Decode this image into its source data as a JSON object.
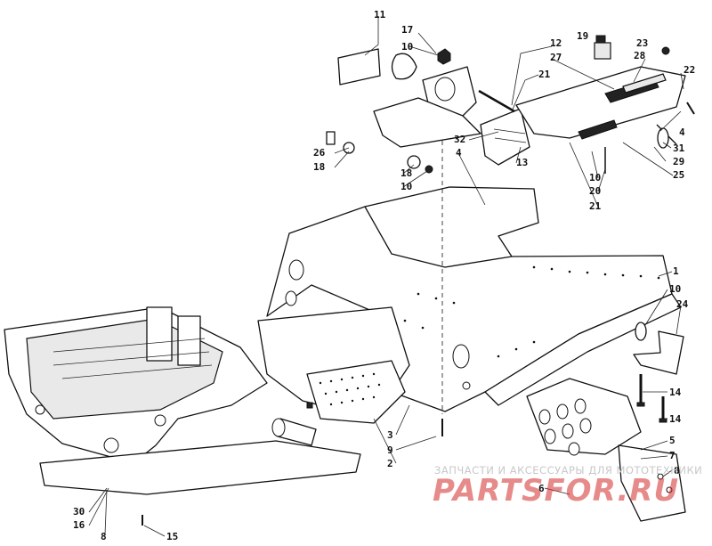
{
  "diagram": {
    "callouts": [
      {
        "id": "c-11",
        "text": "11"
      },
      {
        "id": "c-17",
        "text": "17"
      },
      {
        "id": "c-10a",
        "text": "10"
      },
      {
        "id": "c-19",
        "text": "19"
      },
      {
        "id": "c-23",
        "text": "23"
      },
      {
        "id": "c-12",
        "text": "12"
      },
      {
        "id": "c-27",
        "text": "27"
      },
      {
        "id": "c-28",
        "text": "28"
      },
      {
        "id": "c-22",
        "text": "22"
      },
      {
        "id": "c-21a",
        "text": "21"
      },
      {
        "id": "c-4a",
        "text": "4"
      },
      {
        "id": "c-31",
        "text": "31"
      },
      {
        "id": "c-29",
        "text": "29"
      },
      {
        "id": "c-25",
        "text": "25"
      },
      {
        "id": "c-32",
        "text": "32"
      },
      {
        "id": "c-4b",
        "text": "4"
      },
      {
        "id": "c-13",
        "text": "13"
      },
      {
        "id": "c-10b",
        "text": "10"
      },
      {
        "id": "c-20",
        "text": "20"
      },
      {
        "id": "c-21b",
        "text": "21"
      },
      {
        "id": "c-26",
        "text": "26"
      },
      {
        "id": "c-18a",
        "text": "18"
      },
      {
        "id": "c-18b",
        "text": "18"
      },
      {
        "id": "c-10c",
        "text": "10"
      },
      {
        "id": "c-1",
        "text": "1"
      },
      {
        "id": "c-10d",
        "text": "10"
      },
      {
        "id": "c-24",
        "text": "24"
      },
      {
        "id": "c-14a",
        "text": "14"
      },
      {
        "id": "c-14b",
        "text": "14"
      },
      {
        "id": "c-5",
        "text": "5"
      },
      {
        "id": "c-7",
        "text": "7"
      },
      {
        "id": "c-8a",
        "text": "8"
      },
      {
        "id": "c-6",
        "text": "6"
      },
      {
        "id": "c-3",
        "text": "3"
      },
      {
        "id": "c-9",
        "text": "9"
      },
      {
        "id": "c-2",
        "text": "2"
      },
      {
        "id": "c-30",
        "text": "30"
      },
      {
        "id": "c-16",
        "text": "16"
      },
      {
        "id": "c-8b",
        "text": "8"
      },
      {
        "id": "c-15",
        "text": "15"
      }
    ]
  },
  "watermark": {
    "small_text": "ЗАПЧАСТИ И АКСЕССУАРЫ ДЛЯ МОТОТЕХНИКИ",
    "big_text": "PARTSFOR.RU"
  },
  "colors": {
    "ink": "#111111",
    "paper": "#ffffff",
    "watermark_red": "#d22a2a",
    "watermark_grey": "#c8c8c8"
  }
}
